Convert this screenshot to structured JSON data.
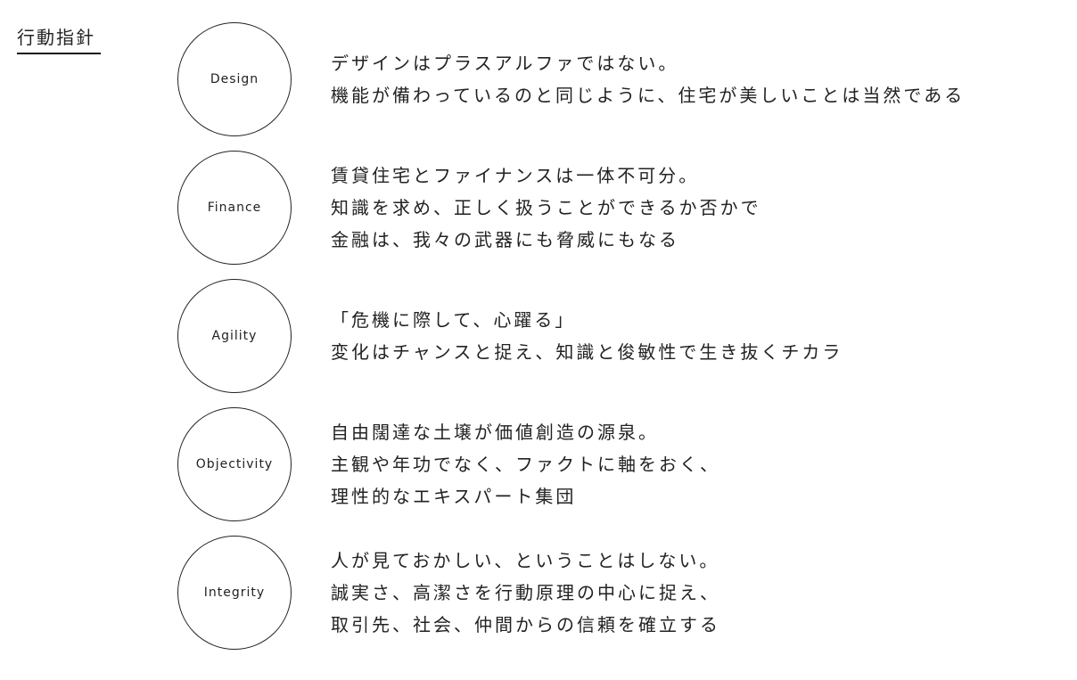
{
  "heading": "行動指針",
  "principles": [
    {
      "name": "Design",
      "lines": [
        "デザインはプラスアルファではない。",
        "機能が備わっているのと同じように、住宅が美しいことは当然である"
      ]
    },
    {
      "name": "Finance",
      "lines": [
        "賃貸住宅とファイナンスは一体不可分。",
        "知識を求め、正しく扱うことができるか否かで",
        "金融は、我々の武器にも脅威にもなる"
      ]
    },
    {
      "name": "Agility",
      "lines": [
        "「危機に際して、心躍る」",
        "変化はチャンスと捉え、知識と俊敏性で生き抜くチカラ"
      ]
    },
    {
      "name": "Objectivity",
      "lines": [
        "自由闊達な土壌が価値創造の源泉。",
        "主観や年功でなく、ファクトに軸をおく、",
        "理性的なエキスパート集団"
      ]
    },
    {
      "name": "Integrity",
      "lines": [
        "人が見ておかしい、ということはしない。",
        "誠実さ、高潔さを行動原理の中心に捉え、",
        "取引先、社会、仲間からの信頼を確立する"
      ]
    }
  ]
}
